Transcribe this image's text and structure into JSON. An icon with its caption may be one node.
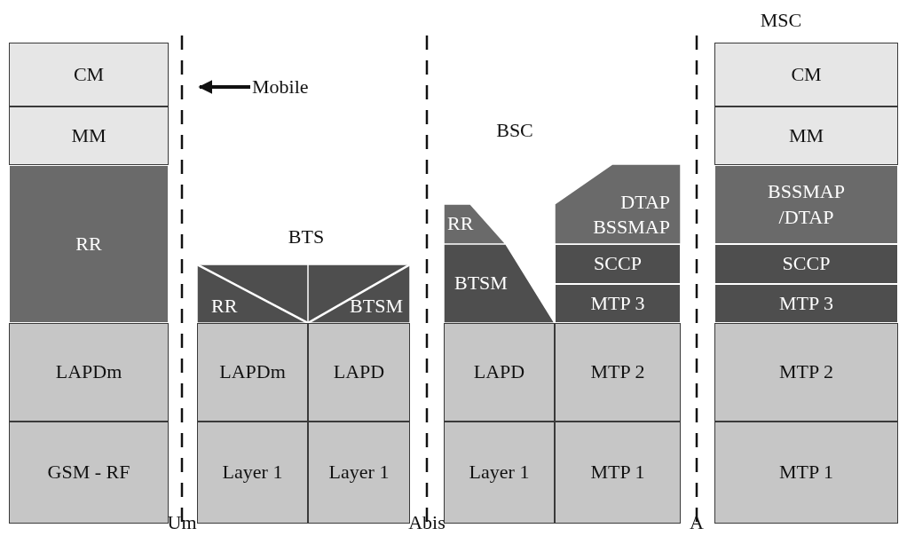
{
  "diagram": {
    "nodes": [
      {
        "text": [
          "CM"
        ]
      },
      {
        "text": [
          "MM"
        ]
      },
      {
        "text": [
          "RR"
        ]
      },
      {
        "text": [
          "LAPDm"
        ]
      },
      {
        "text": [
          "GSM - RF"
        ]
      },
      {
        "text": [
          "Mobile"
        ]
      },
      {
        "text": [
          "RR"
        ]
      },
      {
        "text": [
          "BTSM"
        ]
      },
      {
        "text": [
          "LAPDm"
        ]
      },
      {
        "text": [
          "LAPD"
        ]
      },
      {
        "text": [
          "Layer 1"
        ]
      },
      {
        "text": [
          "Layer 1"
        ]
      },
      {
        "text": [
          "RR"
        ]
      },
      {
        "text": [
          "DTAP BSSMAP"
        ]
      },
      {
        "text": [
          "BTSM"
        ]
      },
      {
        "text": [
          "SCCP"
        ]
      },
      {
        "text": [
          "MTP 3"
        ]
      },
      {
        "text": [
          "LAPD"
        ]
      },
      {
        "text": [
          "MTP 2"
        ]
      },
      {
        "text": [
          "Layer 1"
        ]
      },
      {
        "text": [
          "MTP 1"
        ]
      },
      {
        "text": [
          "CM"
        ]
      },
      {
        "text": [
          "MM"
        ]
      },
      {
        "text": [
          "BSSMAP /DTAP"
        ]
      },
      {
        "text": [
          "SCCP"
        ]
      },
      {
        "text": [
          "MTP 3"
        ]
      },
      {
        "text": [
          "MTP 2"
        ]
      },
      {
        "text": [
          "MTP 1"
        ]
      },
      {
        "text": [
          "Um"
        ]
      },
      {
        "text": [
          "Abis"
        ]
      },
      {
        "text": [
          "A"
        ]
      }
    ],
    "edges": [
      {
        "from": 5,
        "to": 28,
        "arrow": "to"
      }
    ],
    "labels": [
      "MSC",
      "BSC",
      "BTS"
    ]
  }
}
